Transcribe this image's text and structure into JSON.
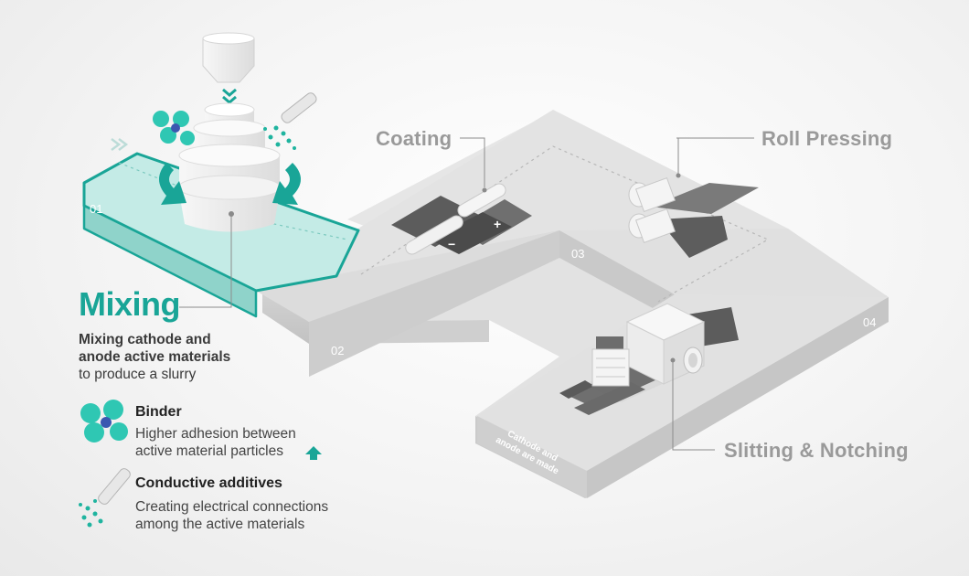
{
  "steps": {
    "s01": "01",
    "s02": "02",
    "s03": "03",
    "s04": "04",
    "coating": "Coating",
    "roll_pressing": "Roll Pressing",
    "slitting": "Slitting & Notching"
  },
  "mixing": {
    "title": "Mixing",
    "desc_bold_1": "Mixing cathode and",
    "desc_bold_2": "anode active materials",
    "desc_normal": "to produce a slurry"
  },
  "binder": {
    "title": "Binder",
    "line1": "Higher adhesion between",
    "line2": "active material particles"
  },
  "conductive": {
    "title": "Conductive additives",
    "line1": "Creating electrical connections",
    "line2": "among the active materials"
  },
  "stamp": {
    "line1": "Cathode and",
    "line2": "anode are made"
  },
  "coating_signs": {
    "minus": "−",
    "plus": "+"
  },
  "colors": {
    "accent": "#19a597",
    "accent_light": "#bfe9e4",
    "platform_top": "#e1e1e1",
    "platform_side": "#c9c9c9",
    "label_gray": "#9a9a9a"
  }
}
